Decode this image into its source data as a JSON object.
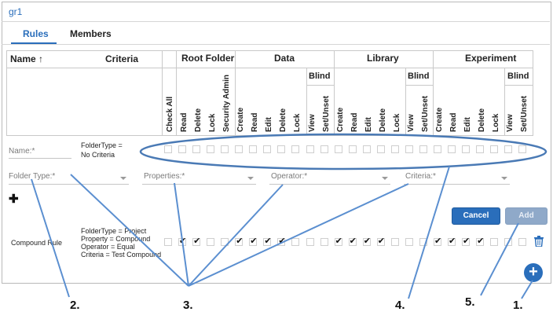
{
  "window": {
    "title": "gr1"
  },
  "tabs": [
    {
      "label": "Rules",
      "active": true
    },
    {
      "label": "Members",
      "active": false
    }
  ],
  "table": {
    "col_name": "Name",
    "sort_indicator": "↑",
    "col_criteria": "Criteria",
    "groups": [
      {
        "label": "Root Folder"
      },
      {
        "label": "Data",
        "blind": "Blind"
      },
      {
        "label": "Library",
        "blind": "Blind"
      },
      {
        "label": "Experiment",
        "blind": "Blind"
      }
    ],
    "check_all": "Check All",
    "root_cols": [
      "Read",
      "Delete",
      "Lock",
      "Security Admin"
    ],
    "data_cols": [
      "Create",
      "Read",
      "Edit",
      "Delete",
      "Lock",
      "View",
      "Set/Unset"
    ],
    "library_cols": [
      "Create",
      "Read",
      "Edit",
      "Delete",
      "Lock",
      "View",
      "Set/Unset"
    ],
    "experiment_cols": [
      "Create",
      "Read",
      "Edit",
      "Delete",
      "Lock",
      "View",
      "Set/Unset"
    ]
  },
  "new_rule": {
    "name_placeholder": "Name:*",
    "criteria_text_1": "FolderType =",
    "criteria_text_2": "No Criteria",
    "folder_type": "Folder Type:*",
    "properties": "Properties:*",
    "operator": "Operator:*",
    "criteria": "Criteria:*"
  },
  "buttons": {
    "cancel": "Cancel",
    "add": "Add"
  },
  "compound_rule": {
    "name": "Compound Rule",
    "criteria_lines": [
      "FolderType = Project",
      "Property = Compound",
      "Operator = Equal",
      "Criteria = Test Compound"
    ],
    "checked": [
      false,
      true,
      true,
      false,
      false,
      true,
      true,
      true,
      true,
      false,
      false,
      false,
      true,
      true,
      true,
      true,
      false,
      false,
      false,
      true,
      true,
      true,
      true,
      false,
      false,
      false
    ]
  },
  "callouts": [
    "2.",
    "3.",
    "4.",
    "5.",
    "1."
  ],
  "colors": {
    "accent": "#2a6ebb",
    "callout_line": "#5b8fd0"
  }
}
